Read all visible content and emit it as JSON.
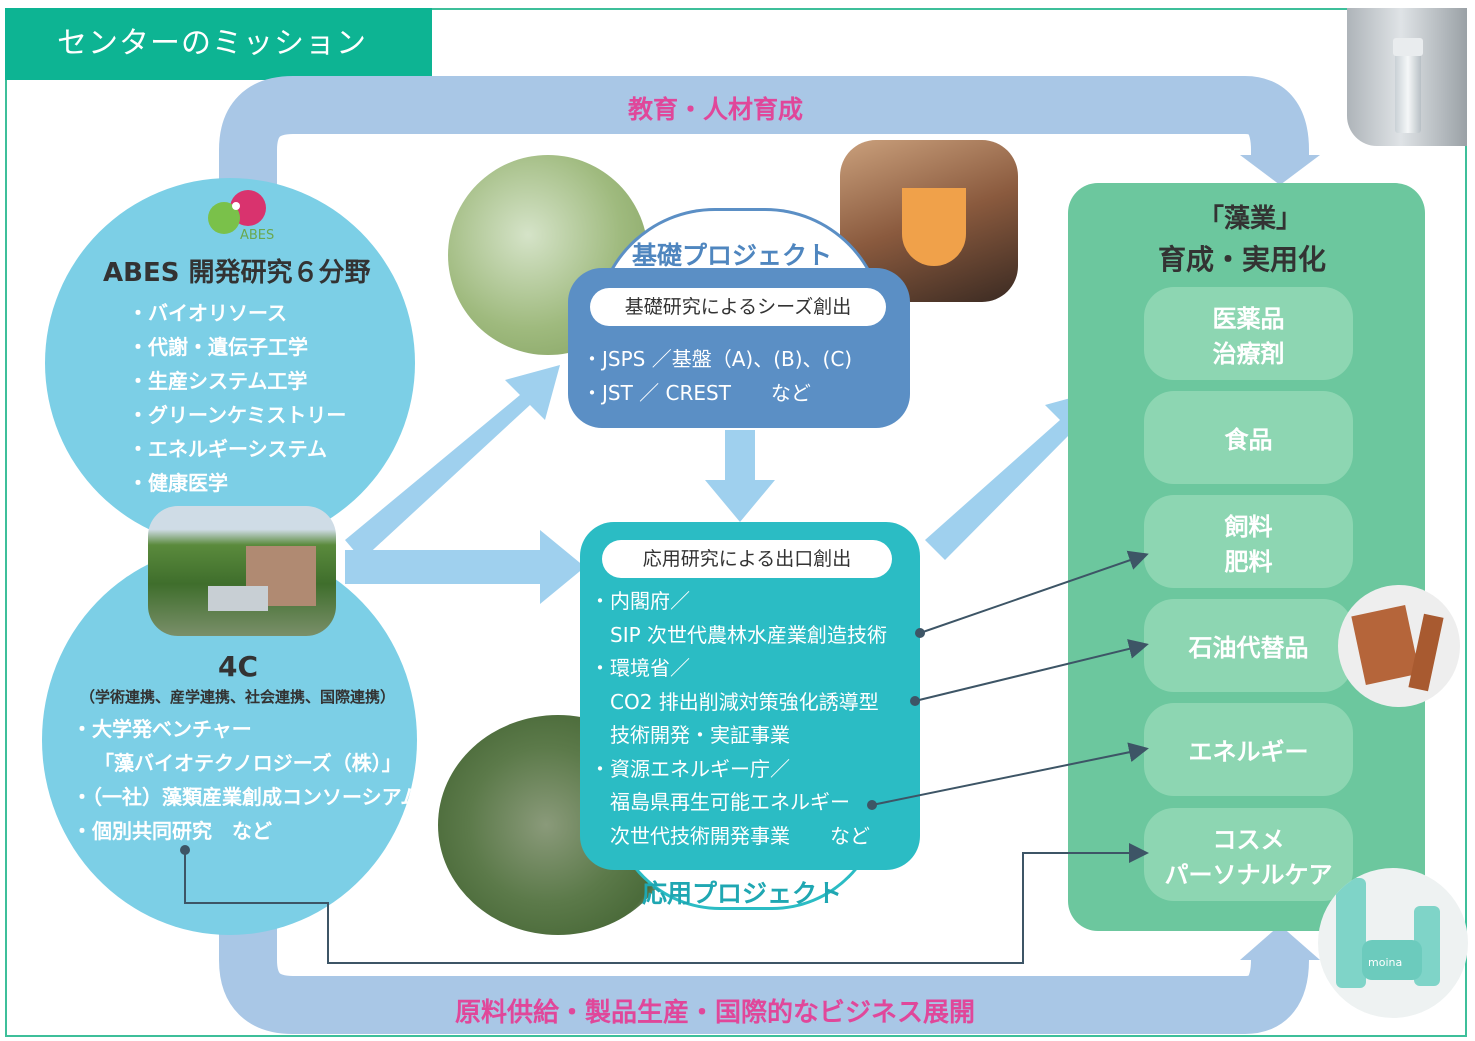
{
  "title": "センターのミッション",
  "top_flow": "教育・人材育成",
  "bottom_flow": "原料供給・製品生産・国際的なビジネス展開",
  "abes": {
    "logo_text": "ABES",
    "heading": "ABES 開発研究６分野",
    "items": [
      "・バイオリソース",
      "・代謝・遺伝子工学",
      "・生産システム工学",
      "・グリーンケミストリー",
      "・エネルギーシステム",
      "・健康医学"
    ]
  },
  "fourc": {
    "heading": "4C",
    "sub": "（学術連携、産学連携、社会連携、国際連携）",
    "items": [
      "・大学発ベンチャー",
      "「藻バイオテクノロジーズ（株）」",
      "・（一社）藻類産業創成コンソーシアム",
      "・個別共同研究　など"
    ]
  },
  "basic": {
    "label": "基礎プロジェクト",
    "pill": "基礎研究によるシーズ創出",
    "items": [
      "・JSPS ／基盤（A)、(B)、(C)",
      "・JST ／ CREST　　など"
    ]
  },
  "applied": {
    "label": "応用プロジェクト",
    "pill": "応用研究による出口創出",
    "items": [
      "・内閣府／",
      "SIP 次世代農林水産業創造技術",
      "・環境省／",
      "CO2 排出削減対策強化誘導型",
      "技術開発・実証事業",
      "・資源エネルギー庁／",
      "福島県再生可能エネルギー",
      "次世代技術開発事業　　など"
    ]
  },
  "industry": {
    "heading_1": "「藻業」",
    "heading_2": "育成・実用化",
    "items": [
      {
        "line1": "医薬品",
        "line2": "治療剤"
      },
      {
        "line1": "食品",
        "line2": ""
      },
      {
        "line1": "飼料",
        "line2": "肥料"
      },
      {
        "line1": "石油代替品",
        "line2": ""
      },
      {
        "line1": "エネルギー",
        "line2": ""
      },
      {
        "line1": "コスメ",
        "line2": "パーソナルケア"
      }
    ]
  },
  "cosmetic_label": "moina",
  "colors": {
    "teal": "#0db493",
    "green_panel": "#6cc79e",
    "item_box": "#8dd6b2",
    "sky_circle": "#7ccfe6",
    "blue_box": "#5b8fc5",
    "cyan_box": "#2bbcc4",
    "pink_text": "#e0479a",
    "flow_arrow": "#a9c7e6"
  }
}
